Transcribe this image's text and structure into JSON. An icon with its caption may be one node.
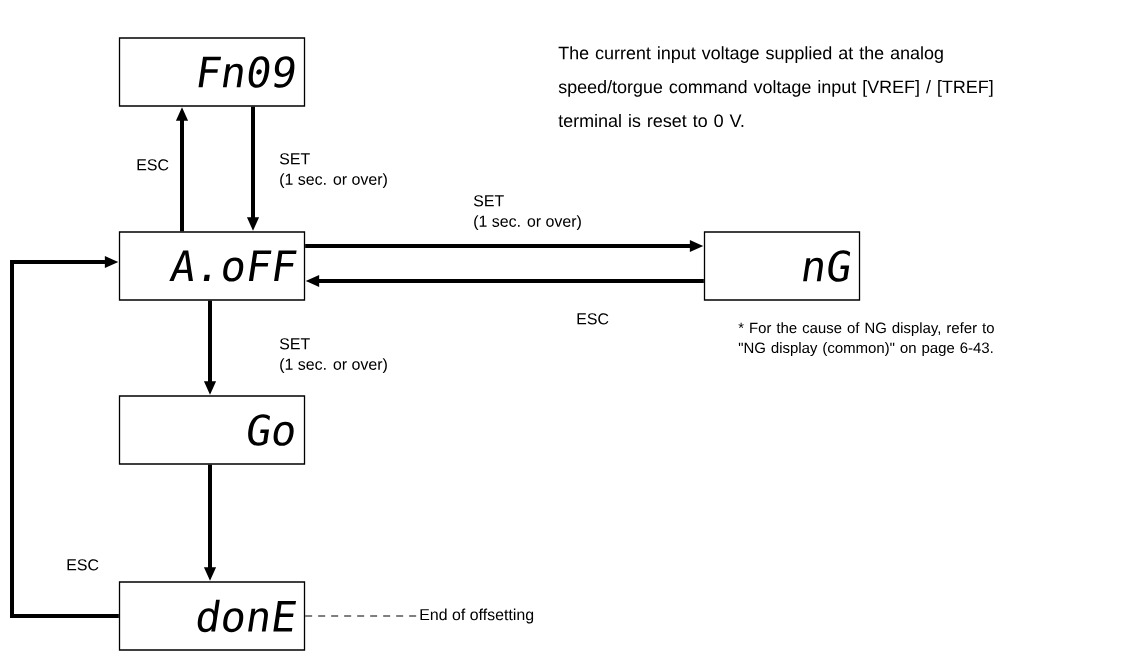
{
  "diagram": {
    "nodes": [
      {
        "text": [
          "Fn09"
        ]
      },
      {
        "text": [
          "A.oFF"
        ]
      },
      {
        "text": [
          "nG"
        ],
        "beside": [
          "* For the cause of NG display, refer to \"NG display (common)\" on page 6-43."
        ]
      },
      {
        "text": [
          "Go"
        ]
      },
      {
        "text": [
          "donE"
        ]
      },
      {
        "text": [
          "End of offsetting"
        ]
      }
    ],
    "edges": [
      {
        "from": 1,
        "to": 0,
        "arrow": "to",
        "label": "ESC"
      },
      {
        "from": 0,
        "to": 1,
        "arrow": "to",
        "label": "SET"
      },
      {
        "from": 1,
        "to": 2,
        "arrow": "to",
        "label": "SET"
      },
      {
        "from": 2,
        "to": 1,
        "arrow": "to",
        "label": "ESC"
      },
      {
        "from": 1,
        "to": 3,
        "arrow": "to",
        "label": "SET"
      },
      {
        "from": 3,
        "to": 4,
        "arrow": "to"
      },
      {
        "from": 4,
        "to": 1,
        "arrow": "to",
        "label": "ESC"
      },
      {
        "from": 4,
        "to": 5,
        "arrow": "none",
        "style": "dashed"
      }
    ],
    "labels": [
      "The current input voltage supplied at the analog speed/torgue command voltage input [VREF] / [TREF] terminal is reset to 0 V.",
      "(1 sec. or over)",
      "(1 sec. or over)",
      "(1 sec. or over)"
    ]
  }
}
